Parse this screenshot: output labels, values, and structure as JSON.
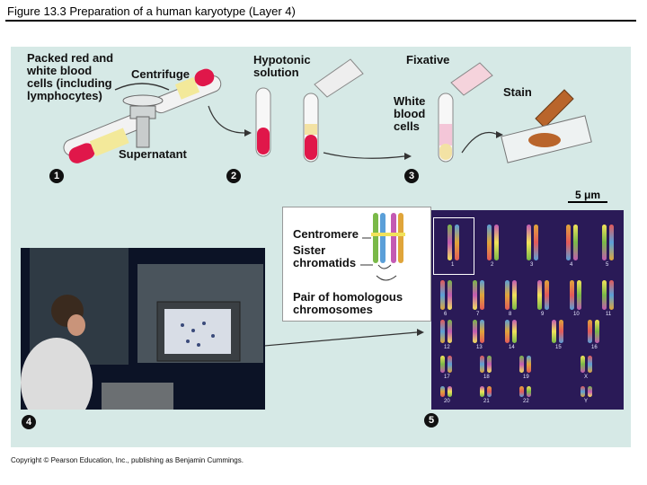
{
  "figure_title": "Figure 13.3  Preparation of a human karyotype (Layer 4)",
  "labels": {
    "packed_cells": [
      "Packed red and",
      "white blood",
      "cells (including",
      "lymphocytes)"
    ],
    "centrifuge": "Centrifuge",
    "supernatant": "Supernatant",
    "hypotonic": [
      "Hypotonic",
      "solution"
    ],
    "fixative": "Fixative",
    "white_blood_cells": [
      "White",
      "blood",
      "cells"
    ],
    "stain": "Stain",
    "scale": "5 μm",
    "centromere": "Centromere",
    "sister_chromatids": [
      "Sister",
      "chromatids"
    ],
    "homologous_pair": [
      "Pair of homologous",
      "chromosomes"
    ]
  },
  "steps": [
    "1",
    "2",
    "3",
    "4",
    "5"
  ],
  "karyotype_numbers": [
    "1",
    "2",
    "3",
    "4",
    "5",
    "6",
    "7",
    "8",
    "9",
    "10",
    "11",
    "12",
    "13",
    "14",
    "15",
    "16",
    "17",
    "18",
    "19",
    "20",
    "21",
    "22",
    "X",
    "Y"
  ],
  "copyright": "Copyright © Pearson Education, Inc., publishing as Benjamin Cummings.",
  "colors": {
    "panel": "#d6e9e6",
    "blood": "#e0174a",
    "plasma": "#f3e2a4",
    "karyotype_bg": "#2a1a57",
    "stain": "#b9652b"
  }
}
